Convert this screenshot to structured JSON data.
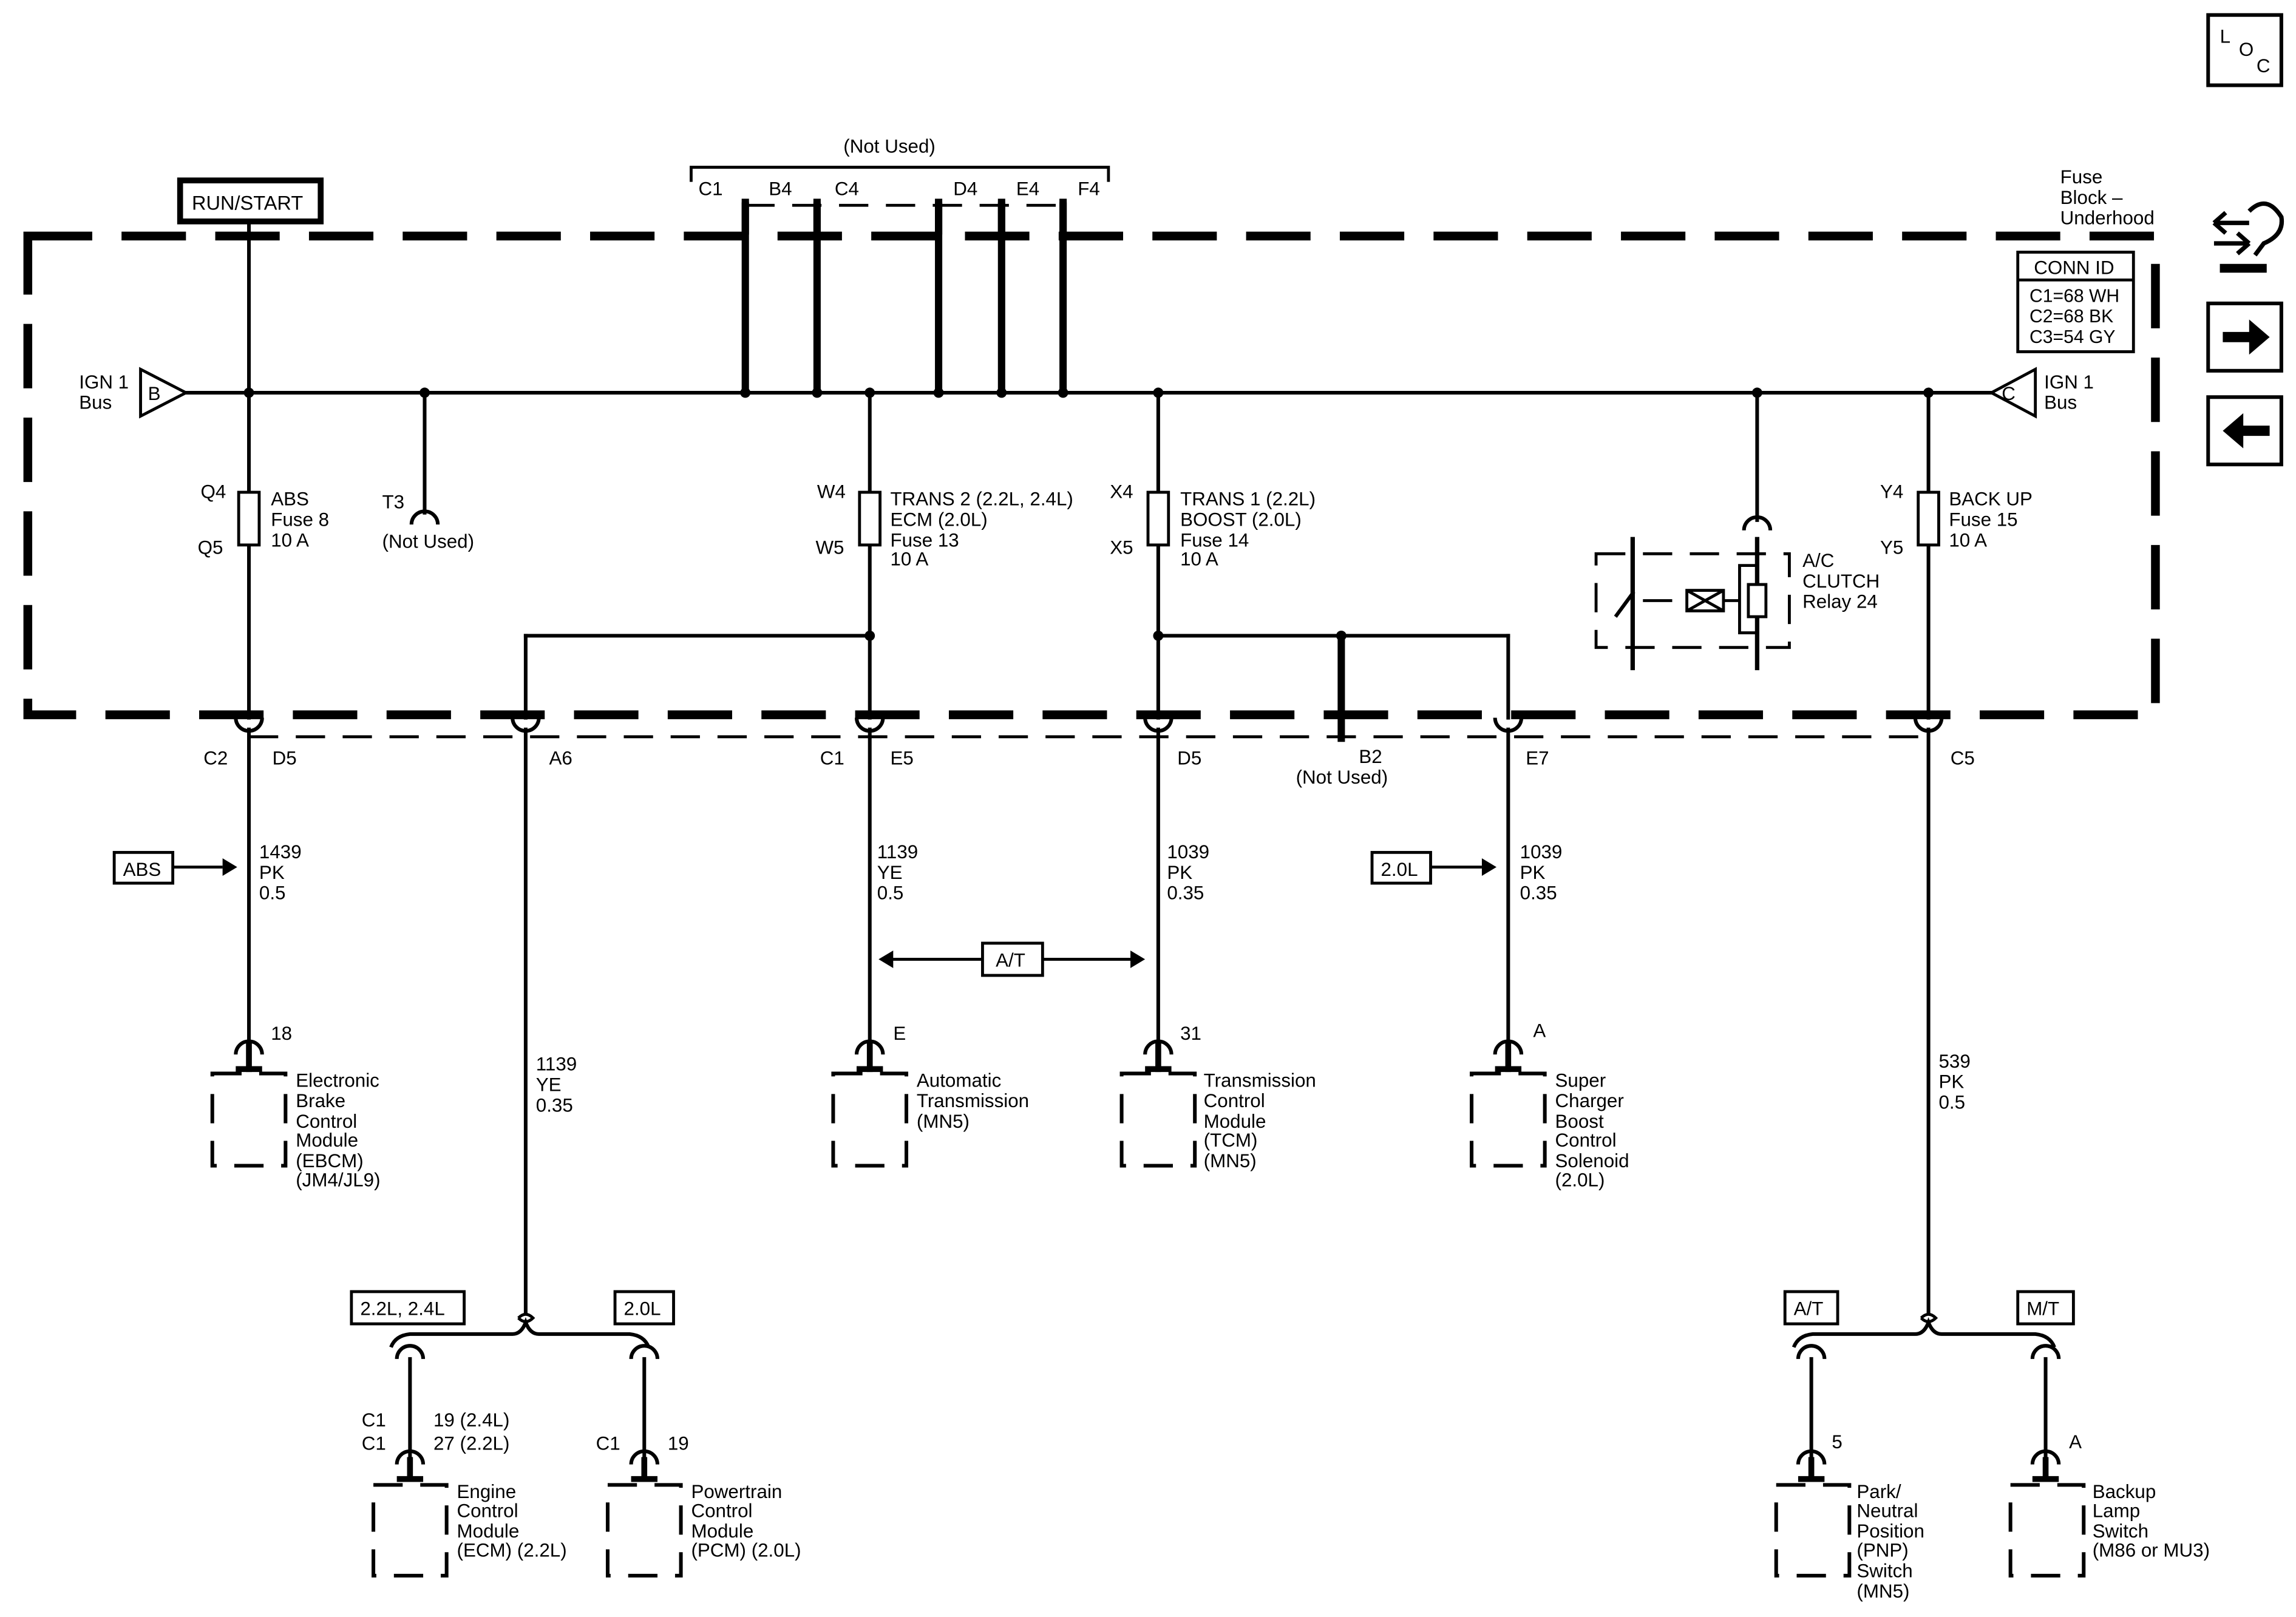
{
  "run_start": "RUN/START",
  "loc": {
    "l": "L",
    "o": "O",
    "c": "C"
  },
  "not_used": "(Not Used)",
  "top_pins": [
    "C1",
    "B4",
    "C4",
    "D4",
    "E4",
    "F4"
  ],
  "fuse_block": {
    "line1": "Fuse",
    "line2": "Block –",
    "line3": "Underhood"
  },
  "conn_id": {
    "title": "CONN ID",
    "c1": "C1=68 WH",
    "c2": "C2=68 BK",
    "c3": "C3=54 GY"
  },
  "ign_left": {
    "letter": "B",
    "line1": "IGN 1",
    "line2": "Bus"
  },
  "ign_right": {
    "letter": "C",
    "line1": "IGN 1",
    "line2": "Bus"
  },
  "fuse8": {
    "top_pin": "Q4",
    "bottom_pin": "Q5",
    "line1": "ABS",
    "line2": "Fuse 8",
    "line3": "10 A"
  },
  "t3": {
    "pin": "T3",
    "note": "(Not Used)"
  },
  "fuse13": {
    "top_pin": "W4",
    "bottom_pin": "W5",
    "line1": "TRANS 2 (2.2L, 2.4L)",
    "line2": "ECM (2.0L)",
    "line3": "Fuse 13",
    "line4": "10 A"
  },
  "fuse14": {
    "top_pin": "X4",
    "bottom_pin": "X5",
    "line1": "TRANS 1 (2.2L)",
    "line2": "BOOST (2.0L)",
    "line3": "Fuse 14",
    "line4": "10 A"
  },
  "relay24": {
    "line1": "A/C",
    "line2": "CLUTCH",
    "line3": "Relay 24"
  },
  "fuse15": {
    "top_pin": "Y4",
    "bottom_pin": "Y5",
    "line1": "BACK UP",
    "line2": "Fuse 15",
    "line3": "10 A"
  },
  "bottom_conn": {
    "c2": "C2",
    "d5a": "D5",
    "a6": "A6",
    "c1": "C1",
    "e5": "E5",
    "d5b": "D5",
    "b2": "B2",
    "b2_note": "(Not Used)",
    "e7": "E7",
    "c5": "C5"
  },
  "tags": {
    "abs": "ABS",
    "at_mid": "A/T",
    "l20_mid": "2.0L",
    "l22": "2.2L, 2.4L",
    "l20": "2.0L",
    "at": "A/T",
    "mt": "M/T"
  },
  "wires": {
    "w1439": {
      "num": "1439",
      "color": "PK",
      "size": "0.5"
    },
    "w1139a": {
      "num": "1139",
      "color": "YE",
      "size": "0.5"
    },
    "w1039a": {
      "num": "1039",
      "color": "PK",
      "size": "0.35"
    },
    "w1039b": {
      "num": "1039",
      "color": "PK",
      "size": "0.35"
    },
    "w1139b": {
      "num": "1139",
      "color": "YE",
      "size": "0.35"
    },
    "w539": {
      "num": "539",
      "color": "PK",
      "size": "0.5"
    }
  },
  "components": {
    "ebcm": {
      "pin": "18",
      "lines": [
        "Electronic",
        "Brake",
        "Control",
        "Module",
        "(EBCM)",
        "(JM4/JL9)"
      ]
    },
    "at": {
      "pin": "E",
      "lines": [
        "Automatic",
        "Transmission",
        "(MN5)"
      ]
    },
    "tcm": {
      "pin": "31",
      "lines": [
        "Transmission",
        "Control",
        "Module",
        "(TCM)",
        "(MN5)"
      ]
    },
    "boost": {
      "pin": "A",
      "lines": [
        "Super",
        "Charger",
        "Boost",
        "Control",
        "Solenoid",
        "(2.0L)"
      ]
    },
    "ecm": {
      "c1a": "C1",
      "c1b": "C1",
      "pin1": "19 (2.4L)",
      "pin2": "27 (2.2L)",
      "lines": [
        "Engine",
        "Control",
        "Module",
        "(ECM) (2.2L)"
      ]
    },
    "pcm": {
      "c1": "C1",
      "pin": "19",
      "lines": [
        "Powertrain",
        "Control",
        "Module",
        "(PCM) (2.0L)"
      ]
    },
    "pnp": {
      "pin": "5",
      "lines": [
        "Park/",
        "Neutral",
        "Position",
        "(PNP)",
        "Switch",
        "(MN5)"
      ]
    },
    "backup": {
      "pin": "A",
      "lines": [
        "Backup",
        "Lamp",
        "Switch",
        "(M86 or MU3)"
      ]
    }
  }
}
